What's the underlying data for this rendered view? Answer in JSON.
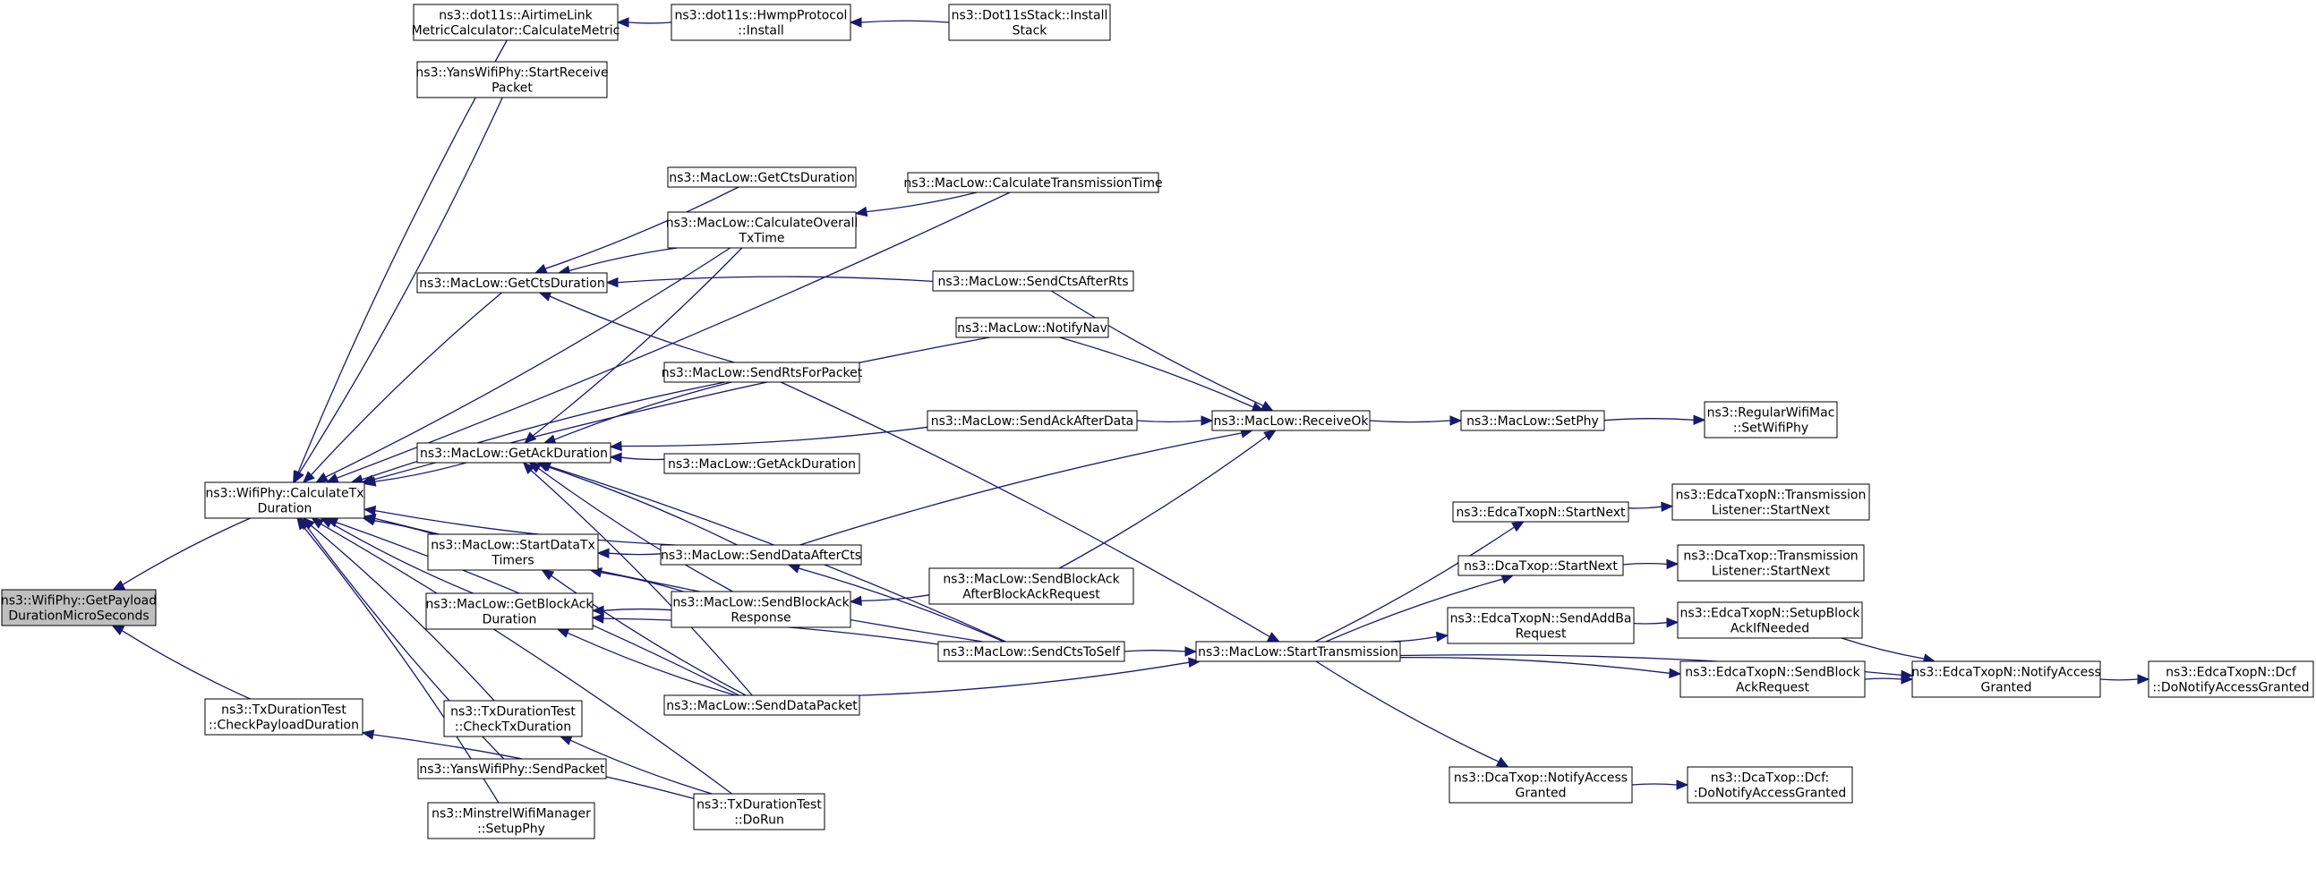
{
  "colors": {
    "edge": "#191970",
    "root_fill": "#bfbfbf",
    "node_fill": "#ffffff",
    "node_border": "#000000"
  },
  "nodes": [
    {
      "id": "n0",
      "lines": [
        "ns3::WifiPhy::GetPayload",
        "DurationMicroSeconds"
      ],
      "root": true
    },
    {
      "id": "n1",
      "lines": [
        "ns3::WifiPhy::CalculateTx",
        "Duration"
      ]
    },
    {
      "id": "n2",
      "lines": [
        "ns3::TxDurationTest",
        "::CheckPayloadDuration"
      ]
    },
    {
      "id": "n3",
      "lines": [
        "ns3::dot11s::AirtimeLink",
        "MetricCalculator::CalculateMetric"
      ]
    },
    {
      "id": "n4",
      "lines": [
        "ns3::YansWifiPhy::StartReceive",
        "Packet"
      ]
    },
    {
      "id": "n5",
      "lines": [
        "ns3::MacLow::GetCtsDuration"
      ]
    },
    {
      "id": "n6",
      "lines": [
        "ns3::MacLow::GetAckDuration"
      ]
    },
    {
      "id": "n7",
      "lines": [
        "ns3::MacLow::StartDataTx",
        "Timers"
      ]
    },
    {
      "id": "n8",
      "lines": [
        "ns3::MacLow::GetBlockAck",
        "Duration"
      ]
    },
    {
      "id": "n9",
      "lines": [
        "ns3::TxDurationTest",
        "::CheckTxDuration"
      ]
    },
    {
      "id": "n10",
      "lines": [
        "ns3::YansWifiPhy::SendPacket"
      ]
    },
    {
      "id": "n11",
      "lines": [
        "ns3::MinstrelWifiManager",
        "::SetupPhy"
      ]
    },
    {
      "id": "n12",
      "lines": [
        "ns3::dot11s::HwmpProtocol",
        "::Install"
      ]
    },
    {
      "id": "n13",
      "lines": [
        "ns3::MacLow::GetCtsDuration"
      ]
    },
    {
      "id": "n14",
      "lines": [
        "ns3::MacLow::CalculateOverall",
        "TxTime"
      ]
    },
    {
      "id": "n15",
      "lines": [
        "ns3::MacLow::SendRtsForPacket"
      ]
    },
    {
      "id": "n16",
      "lines": [
        "ns3::MacLow::GetAckDuration"
      ]
    },
    {
      "id": "n17",
      "lines": [
        "ns3::MacLow::SendDataAfterCts"
      ]
    },
    {
      "id": "n18",
      "lines": [
        "ns3::MacLow::SendBlockAck",
        "Response"
      ]
    },
    {
      "id": "n19",
      "lines": [
        "ns3::MacLow::SendDataPacket"
      ]
    },
    {
      "id": "n20",
      "lines": [
        "ns3::TxDurationTest",
        "::DoRun"
      ]
    },
    {
      "id": "n21",
      "lines": [
        "ns3::Dot11sStack::Install",
        "Stack"
      ]
    },
    {
      "id": "n22",
      "lines": [
        "ns3::MacLow::CalculateTransmissionTime"
      ]
    },
    {
      "id": "n23",
      "lines": [
        "ns3::MacLow::SendCtsAfterRts"
      ]
    },
    {
      "id": "n24",
      "lines": [
        "ns3::MacLow::NotifyNav"
      ]
    },
    {
      "id": "n25",
      "lines": [
        "ns3::MacLow::SendAckAfterData"
      ]
    },
    {
      "id": "n26",
      "lines": [
        "ns3::MacLow::SendBlockAck",
        "AfterBlockAckRequest"
      ]
    },
    {
      "id": "n27",
      "lines": [
        "ns3::MacLow::SendCtsToSelf"
      ]
    },
    {
      "id": "n28",
      "lines": [
        "ns3::MacLow::ReceiveOk"
      ]
    },
    {
      "id": "n29",
      "lines": [
        "ns3::MacLow::StartTransmission"
      ]
    },
    {
      "id": "n30",
      "lines": [
        "ns3::MacLow::SetPhy"
      ]
    },
    {
      "id": "n31",
      "lines": [
        "ns3::RegularWifiMac",
        "::SetWifiPhy"
      ]
    },
    {
      "id": "n32",
      "lines": [
        "ns3::EdcaTxopN::StartNext"
      ]
    },
    {
      "id": "n33",
      "lines": [
        "ns3::DcaTxop::StartNext"
      ]
    },
    {
      "id": "n34",
      "lines": [
        "ns3::EdcaTxopN::SendAddBa",
        "Request"
      ]
    },
    {
      "id": "n35",
      "lines": [
        "ns3::EdcaTxopN::SendBlock",
        "AckRequest"
      ]
    },
    {
      "id": "n36",
      "lines": [
        "ns3::DcaTxop::NotifyAccess",
        "Granted"
      ]
    },
    {
      "id": "n37",
      "lines": [
        "ns3::EdcaTxopN::Transmission",
        "Listener::StartNext"
      ]
    },
    {
      "id": "n38",
      "lines": [
        "ns3::DcaTxop::Transmission",
        "Listener::StartNext"
      ]
    },
    {
      "id": "n39",
      "lines": [
        "ns3::EdcaTxopN::SetupBlock",
        "AckIfNeeded"
      ]
    },
    {
      "id": "n40",
      "lines": [
        "ns3::EdcaTxopN::NotifyAccess",
        "Granted"
      ]
    },
    {
      "id": "n41",
      "lines": [
        "ns3::DcaTxop::Dcf:",
        ":DoNotifyAccessGranted"
      ]
    },
    {
      "id": "n42",
      "lines": [
        "ns3::EdcaTxopN::Dcf",
        "::DoNotifyAccessGranted"
      ]
    }
  ]
}
